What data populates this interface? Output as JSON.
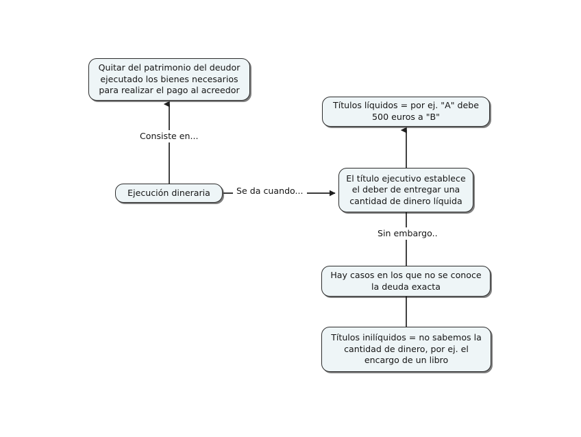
{
  "diagram": {
    "type": "concept-map",
    "language": "es",
    "background_color": "#ffffff",
    "node_fill_color": "#eef5f7",
    "node_border_color": "#2b2b2b",
    "connector_color": "#2b2b2b",
    "text_color": "#141414",
    "nodes": [
      {
        "id": "quitar",
        "text": "Quitar del patrimonio del deudor\nejecutado los bienes necesarios\npara realizar el pago al acreedor"
      },
      {
        "id": "titulos-liquidos",
        "text": "Títulos líquidos = por ej. \"A\" debe\n500 euros a \"B\""
      },
      {
        "id": "titulo-ejecutivo",
        "text": "El título ejecutivo establece\nel deber de entregar una\ncantidad de dinero líquida"
      },
      {
        "id": "ejecucion-dineraria",
        "text": "Ejecución dineraria"
      },
      {
        "id": "hay-casos",
        "text": "Hay casos en los que no se conoce\nla deuda exacta"
      },
      {
        "id": "titulos-iniliquidos",
        "text": "Títulos inilíquidos = no sabemos la\ncantidad de dinero, por ej. el\nencargo de un libro"
      }
    ],
    "edge_labels": [
      {
        "id": "consiste-en",
        "text": "Consiste en..."
      },
      {
        "id": "se-da-cuando",
        "text": "Se da cuando..."
      },
      {
        "id": "sin-embargo",
        "text": "Sin embargo.."
      }
    ]
  }
}
